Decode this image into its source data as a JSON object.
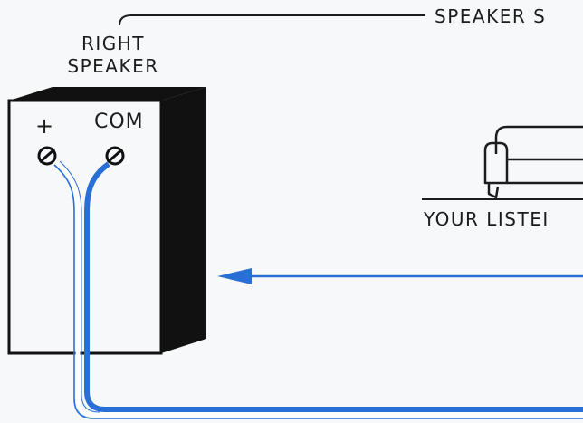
{
  "labels": {
    "top_label": "SPEAKER S",
    "speaker_line1": "RIGHT",
    "speaker_line2": "SPEAKER",
    "terminal_plus": "+",
    "terminal_com": "COM",
    "listening_label": "YOUR LISTEI"
  },
  "colors": {
    "ink": "#1c1c1c",
    "wire_blue": "#2a6fd6",
    "background": "#f7f8fa"
  },
  "icons": [
    "screw-icon",
    "sofa-icon",
    "arrow-left-icon"
  ]
}
